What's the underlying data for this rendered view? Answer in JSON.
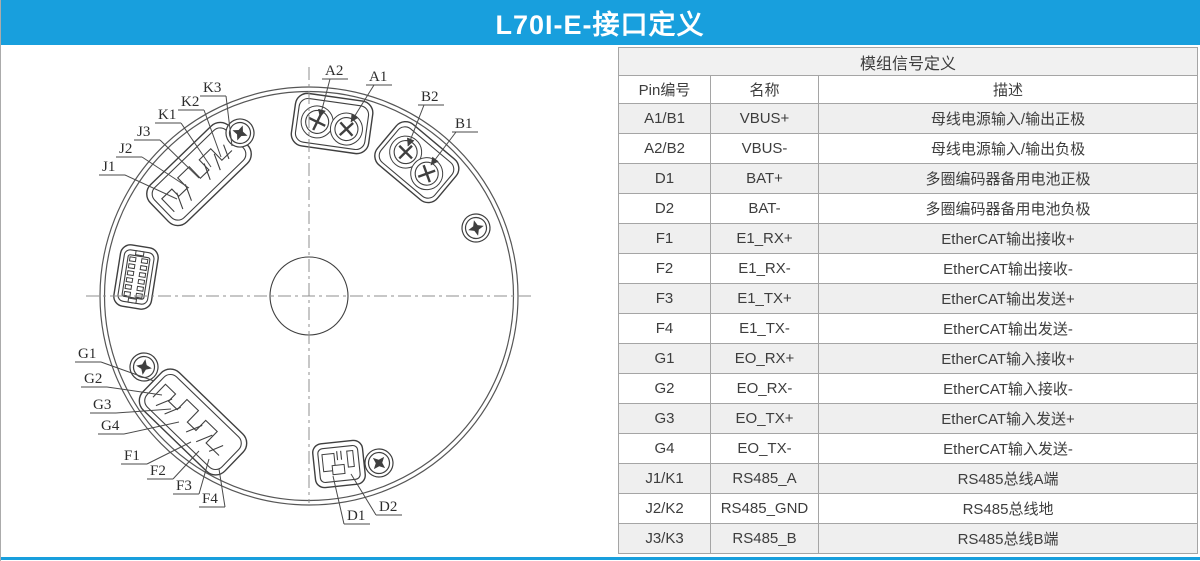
{
  "header": {
    "title": "L70I-E-接口定义"
  },
  "colors": {
    "accent": "#189fdd",
    "row_alt": "#efefef",
    "table_border": "#a5a5a5",
    "table_outer_border": "#8f8f8f",
    "text": "#3d3d3d",
    "drawing_line": "#3f3f3f",
    "header_text": "#ffffff"
  },
  "signal_table": {
    "title": "模组信号定义",
    "columns": [
      "Pin编号",
      "名称",
      "描述"
    ],
    "rows": [
      {
        "pin": "A1/B1",
        "name": "VBUS+",
        "desc": "母线电源输入/输出正极"
      },
      {
        "pin": "A2/B2",
        "name": "VBUS-",
        "desc": "母线电源输入/输出负极"
      },
      {
        "pin": "D1",
        "name": "BAT+",
        "desc": "多圈编码器备用电池正极"
      },
      {
        "pin": "D2",
        "name": "BAT-",
        "desc": "多圈编码器备用电池负极"
      },
      {
        "pin": "F1",
        "name": "E1_RX+",
        "desc": "EtherCAT输出接收+"
      },
      {
        "pin": "F2",
        "name": "E1_RX-",
        "desc": "EtherCAT输出接收-"
      },
      {
        "pin": "F3",
        "name": "E1_TX+",
        "desc": "EtherCAT输出发送+"
      },
      {
        "pin": "F4",
        "name": "E1_TX-",
        "desc": "EtherCAT输出发送-"
      },
      {
        "pin": "G1",
        "name": "EO_RX+",
        "desc": "EtherCAT输入接收+"
      },
      {
        "pin": "G2",
        "name": "EO_RX-",
        "desc": "EtherCAT输入接收-"
      },
      {
        "pin": "G3",
        "name": "EO_TX+",
        "desc": "EtherCAT输入发送+"
      },
      {
        "pin": "G4",
        "name": "EO_TX-",
        "desc": "EtherCAT输入发送-"
      },
      {
        "pin": "J1/K1",
        "name": "RS485_A",
        "desc": "RS485总线A端"
      },
      {
        "pin": "J2/K2",
        "name": "RS485_GND",
        "desc": "RS485总线地"
      },
      {
        "pin": "J3/K3",
        "name": "RS485_B",
        "desc": "RS485总线B端"
      }
    ]
  },
  "diagram": {
    "labels": {
      "a1": "A1",
      "a2": "A2",
      "b1": "B1",
      "b2": "B2",
      "k1": "K1",
      "k2": "K2",
      "k3": "K3",
      "j1": "J1",
      "j2": "J2",
      "j3": "J3",
      "g1": "G1",
      "g2": "G2",
      "g3": "G3",
      "g4": "G4",
      "f1": "F1",
      "f2": "F2",
      "f3": "F3",
      "f4": "F4",
      "d1": "D1",
      "d2": "D2"
    }
  }
}
